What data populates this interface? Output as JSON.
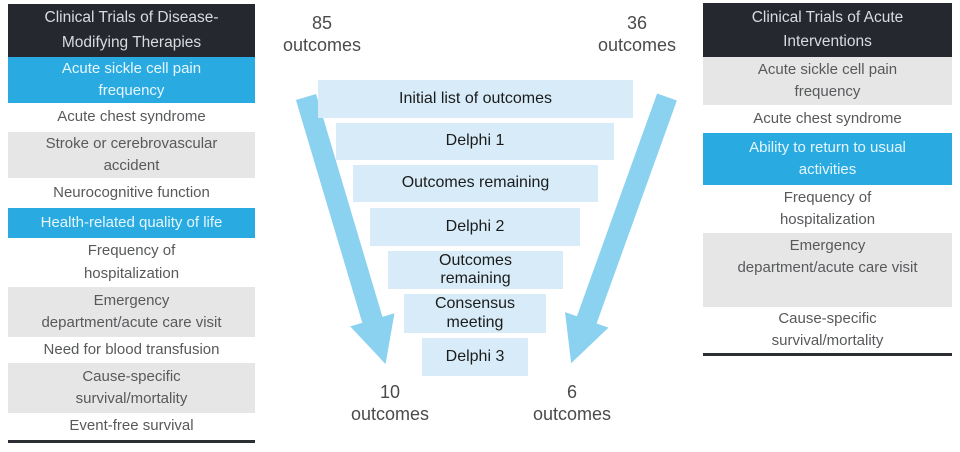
{
  "left_panel": {
    "title": "Clinical Trials of Disease-\nModifying Therapies",
    "items": [
      {
        "label": "Acute sickle cell pain\nfrequency",
        "highlighted": true
      },
      {
        "label": "Acute chest syndrome",
        "highlighted": false
      },
      {
        "label": "Stroke or cerebrovascular\naccident",
        "highlighted": false
      },
      {
        "label": "Neurocognitive function",
        "highlighted": false
      },
      {
        "label": "Health-related quality of life",
        "highlighted": true
      },
      {
        "label": "Frequency of\nhospitalization",
        "highlighted": false
      },
      {
        "label": "Emergency\ndepartment/acute care visit",
        "highlighted": false
      },
      {
        "label": "Need for blood transfusion",
        "highlighted": false
      },
      {
        "label": "Cause-specific\nsurvival/mortality",
        "highlighted": false
      },
      {
        "label": "Event-free survival",
        "highlighted": false
      }
    ]
  },
  "right_panel": {
    "title": "Clinical Trials of Acute\nInterventions",
    "items": [
      {
        "label": "Acute sickle cell pain\nfrequency",
        "highlighted": false
      },
      {
        "label": "Acute chest syndrome",
        "highlighted": false
      },
      {
        "label": "Ability to return to usual\nactivities",
        "highlighted": true
      },
      {
        "label": "Frequency of\nhospitalization",
        "highlighted": false
      },
      {
        "label": "Emergency\ndepartment/acute care visit",
        "highlighted": false
      },
      {
        "label": "Cause-specific\nsurvival/mortality",
        "highlighted": false
      }
    ]
  },
  "funnel": {
    "steps": [
      "Initial list of outcomes",
      "Delphi 1",
      "Outcomes remaining",
      "Delphi 2",
      "Outcomes\nremaining",
      "Consensus\nmeeting",
      "Delphi 3"
    ],
    "counts": {
      "top_left": {
        "value": "85",
        "unit": "outcomes"
      },
      "top_right": {
        "value": "36",
        "unit": "outcomes"
      },
      "bottom_left": {
        "value": "10",
        "unit": "outcomes"
      },
      "bottom_right": {
        "value": "6",
        "unit": "outcomes"
      }
    }
  },
  "palette": {
    "highlight_blue": "#29abe2",
    "header_dark": "#25282f",
    "row_gray": "#e6e6e6",
    "funnel_box_blue": "#d7ecf8",
    "arrow_blue": "#8bd2f0",
    "text_gray": "#58595b"
  }
}
